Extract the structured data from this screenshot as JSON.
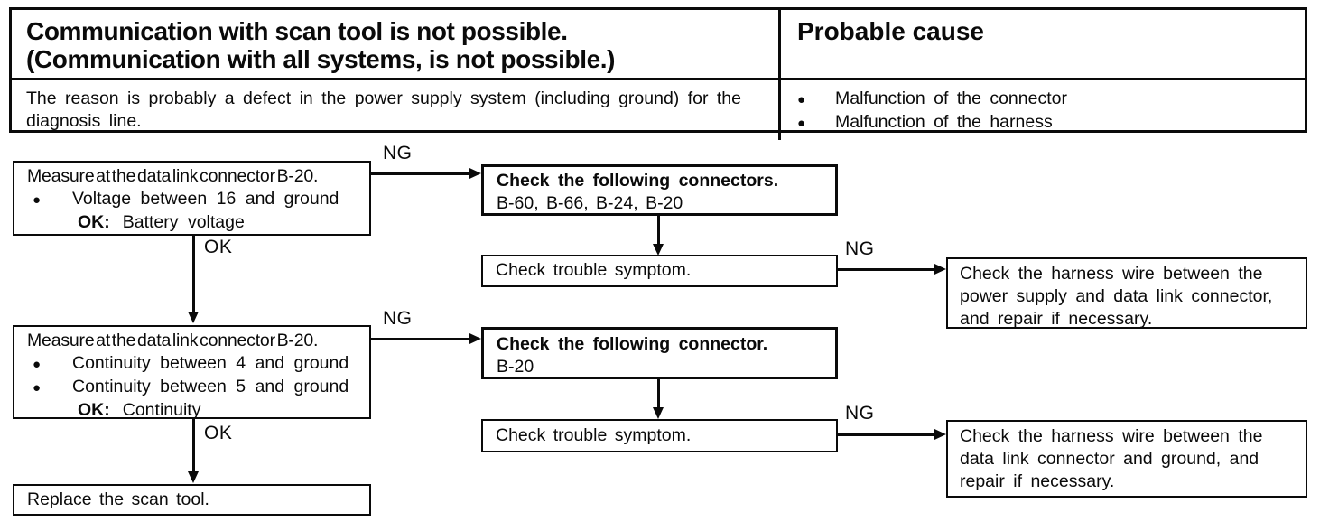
{
  "table": {
    "title_line1": "Communication with scan tool is not possible.",
    "title_line2": "(Communication with all systems, is not possible.)",
    "probable_cause_header": "Probable cause",
    "reason": "The reason is probably a defect in the power supply system (including ground) for the diagnosis line.",
    "causes": [
      "Malfunction of the connector",
      "Malfunction of the harness"
    ],
    "bullet_glyph": "●"
  },
  "flowchart": {
    "labels": {
      "ng": "NG",
      "ok": "OK"
    },
    "measure1": {
      "title": "Measure at the data link connector B-20.",
      "bullets": [
        "Voltage between 16 and ground"
      ],
      "ok_key": "OK:",
      "ok_value": "Battery voltage"
    },
    "check_connectors": {
      "title": "Check the following connectors.",
      "detail": "B-60, B-66, B-24, B-20"
    },
    "trouble1": {
      "text": "Check trouble symptom."
    },
    "harness1": {
      "text": "Check the harness wire between the power supply and data link connector, and repair if necessary."
    },
    "measure2": {
      "title": "Measure at the data link connector B-20.",
      "bullets": [
        "Continuity between 4 and ground",
        "Continuity between 5 and ground"
      ],
      "ok_key": "OK:",
      "ok_value": "Continuity"
    },
    "check_connector": {
      "title": "Check the following connector.",
      "detail": "B-20"
    },
    "trouble2": {
      "text": "Check trouble symptom."
    },
    "harness2": {
      "text": "Check the harness wire between the data link connector and ground, and repair if necessary."
    },
    "replace": {
      "text": "Replace the scan tool."
    }
  }
}
